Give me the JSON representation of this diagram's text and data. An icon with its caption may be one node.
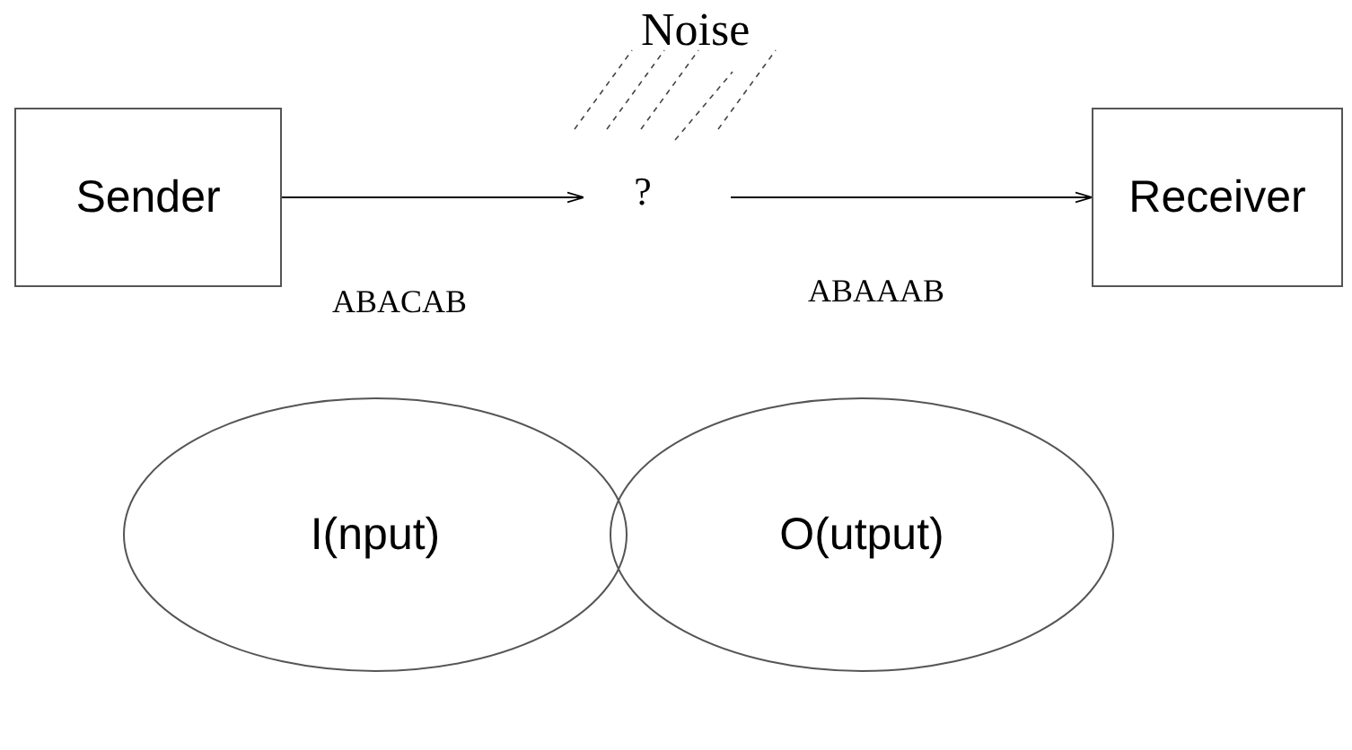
{
  "diagram": {
    "nodes": [
      {
        "text": [
          "Sender"
        ]
      },
      {
        "text": [
          "?"
        ]
      },
      {
        "text": [
          "Receiver"
        ]
      },
      {
        "text": [
          "I(nput)"
        ]
      },
      {
        "text": [
          "O(utput)"
        ]
      }
    ],
    "edges": [
      {
        "from": 0,
        "to": 1,
        "arrow": "to"
      },
      {
        "from": 1,
        "to": 2,
        "arrow": "to"
      }
    ],
    "labels": [
      "Noise",
      "ABACAB",
      "ABAAAB"
    ]
  }
}
